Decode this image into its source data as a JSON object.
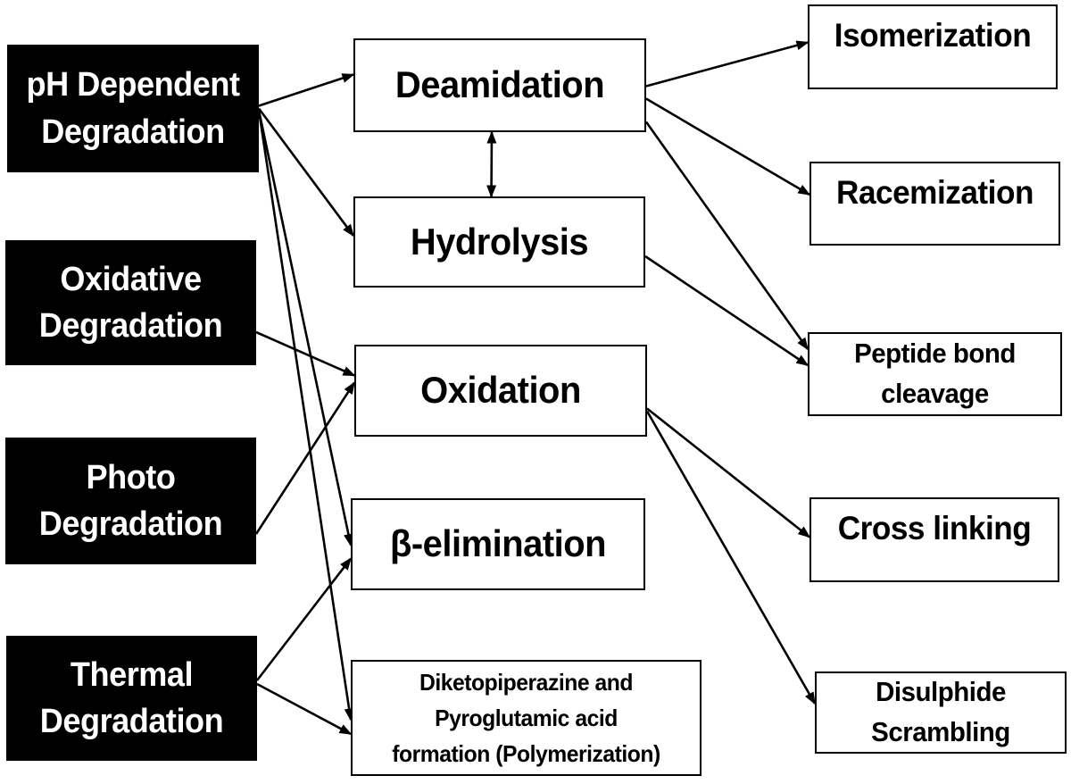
{
  "diagram": {
    "description": "Protein degradation pathways flow diagram",
    "colors": {
      "source_bg": "#000000",
      "source_text": "#ffffff",
      "box_bg": "#ffffff",
      "box_border": "#000000",
      "arrow": "#000000",
      "background": "#ffffff"
    },
    "nodes": {
      "ph_dependent": {
        "label": "pH Dependent\nDegradation",
        "type": "degradation-source"
      },
      "oxidative": {
        "label": "Oxidative\nDegradation",
        "type": "degradation-source"
      },
      "photo": {
        "label": "Photo\nDegradation",
        "type": "degradation-source"
      },
      "thermal": {
        "label": "Thermal\nDegradation",
        "type": "degradation-source"
      },
      "deamidation": {
        "label": "Deamidation",
        "type": "pathway"
      },
      "hydrolysis": {
        "label": "Hydrolysis",
        "type": "pathway"
      },
      "oxidation": {
        "label": "Oxidation",
        "type": "pathway"
      },
      "beta_elimination": {
        "label": "β-elimination",
        "type": "pathway"
      },
      "diketopiperazine": {
        "label": "Diketopiperazine and\nPyroglutamic acid\nformation (Polymerization)",
        "type": "pathway"
      },
      "isomerization": {
        "label": "Isomerization",
        "type": "outcome"
      },
      "racemization": {
        "label": "Racemization",
        "type": "outcome"
      },
      "peptide_bond_cleavage": {
        "label": "Peptide bond\ncleavage",
        "type": "outcome"
      },
      "cross_linking": {
        "label": "Cross linking",
        "type": "outcome"
      },
      "disulphide_scrambling": {
        "label": "Disulphide\nScrambling",
        "type": "outcome"
      }
    },
    "edges": [
      {
        "from": "ph_dependent",
        "to": "deamidation",
        "style": "arrow",
        "fromDy": -3,
        "toDy": -12
      },
      {
        "from": "ph_dependent",
        "to": "hydrolysis",
        "style": "arrow",
        "fromDy": 0,
        "toDy": -7
      },
      {
        "from": "ph_dependent",
        "to": "beta_elimination",
        "style": "arrow",
        "fromDy": 2,
        "toDy": 1
      },
      {
        "from": "ph_dependent",
        "to": "diketopiperazine",
        "style": "arrow",
        "fromDy": 2,
        "toDy": 2
      },
      {
        "from": "deamidation",
        "to": "hydrolysis",
        "style": "double",
        "fromDx": -9,
        "toDx": -9
      },
      {
        "from": "deamidation",
        "to": "isomerization",
        "style": "arrow",
        "fromDy": 1,
        "toDy": -5
      },
      {
        "from": "deamidation",
        "to": "racemization",
        "style": "arrow",
        "fromDy": 15,
        "toDy": -10
      },
      {
        "from": "deamidation",
        "to": "peptide_bond_cleavage",
        "style": "arrow",
        "fromDy": 41,
        "toDy": -28
      },
      {
        "from": "hydrolysis",
        "to": "peptide_bond_cleavage",
        "style": "arrow",
        "fromDy": 16,
        "toDy": -10
      },
      {
        "from": "oxidative",
        "to": "oxidation",
        "style": "arrow",
        "fromDy": 33,
        "toDy": -17
      },
      {
        "from": "photo",
        "to": "oxidation",
        "style": "arrow",
        "fromDy": 37,
        "toDy": -9
      },
      {
        "from": "thermal",
        "to": "beta_elimination",
        "style": "arrow",
        "fromDy": -20,
        "toDy": 16
      },
      {
        "from": "thermal",
        "to": "diketopiperazine",
        "style": "arrow",
        "fromDy": -16,
        "toDy": 18
      },
      {
        "from": "oxidation",
        "to": "cross_linking",
        "style": "arrow",
        "fromDy": 20,
        "toDy": -3
      },
      {
        "from": "oxidation",
        "to": "disulphide_scrambling",
        "style": "arrow",
        "fromDy": 23,
        "toDy": -10
      }
    ]
  }
}
